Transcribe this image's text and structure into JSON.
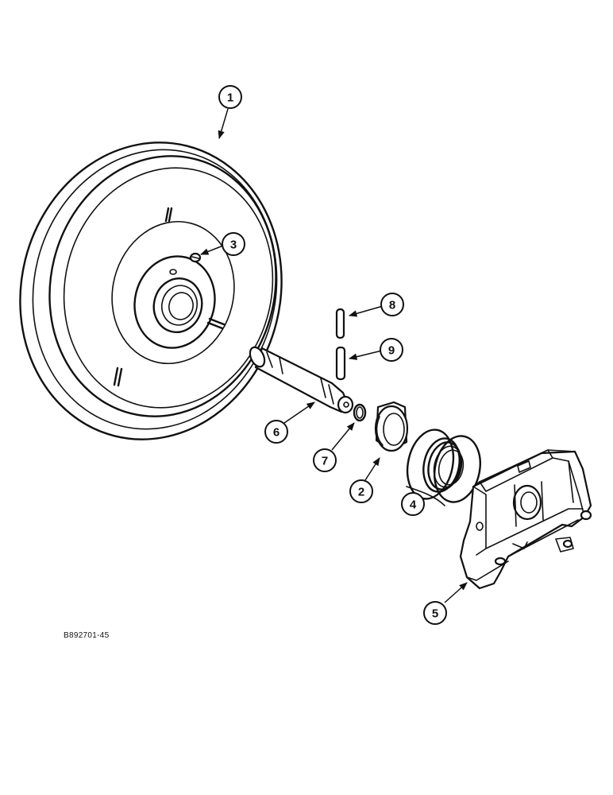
{
  "figure_code": "B892701-45",
  "callouts": [
    {
      "label": "1",
      "part": "idler-wheel"
    },
    {
      "label": "2",
      "part": "bushing"
    },
    {
      "label": "3",
      "part": "plug"
    },
    {
      "label": "4",
      "part": "seal-assembly"
    },
    {
      "label": "5",
      "part": "idler-bracket"
    },
    {
      "label": "6",
      "part": "shaft"
    },
    {
      "label": "7",
      "part": "o-ring"
    },
    {
      "label": "8",
      "part": "pin"
    },
    {
      "label": "9",
      "part": "pin"
    }
  ]
}
